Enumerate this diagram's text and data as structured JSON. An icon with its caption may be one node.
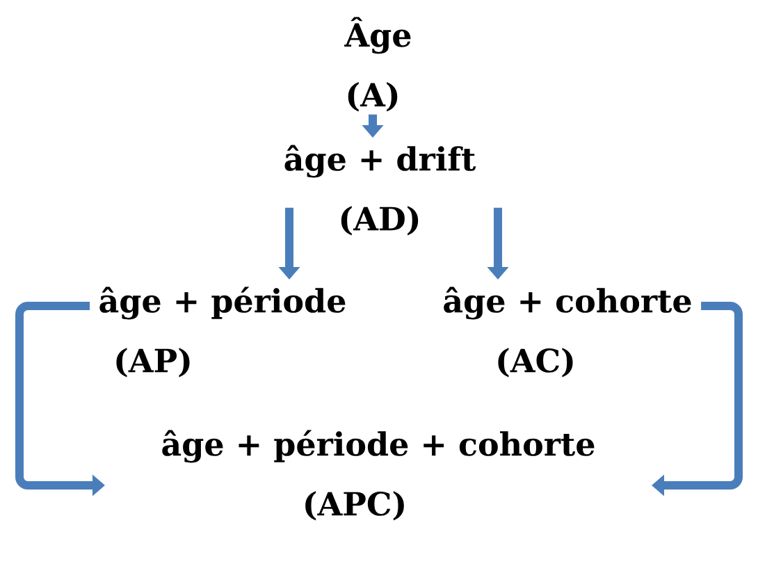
{
  "diagram": {
    "nodes": [
      {
        "text": [
          "Âge",
          "(A)"
        ]
      },
      {
        "text": [
          "âge + drift",
          "(AD)"
        ]
      },
      {
        "text": [
          "âge + période",
          "(AP)"
        ]
      },
      {
        "text": [
          "âge + cohorte",
          "(AC)"
        ]
      },
      {
        "text": [
          "âge + période + cohorte",
          "(APC)"
        ]
      }
    ],
    "edges": [
      {
        "from": 0,
        "to": 1,
        "arrow": "to"
      },
      {
        "from": 1,
        "to": 2,
        "arrow": "to"
      },
      {
        "from": 1,
        "to": 3,
        "arrow": "to"
      },
      {
        "from": 2,
        "to": 4,
        "arrow": "to"
      },
      {
        "from": 3,
        "to": 4,
        "arrow": "to"
      }
    ]
  }
}
